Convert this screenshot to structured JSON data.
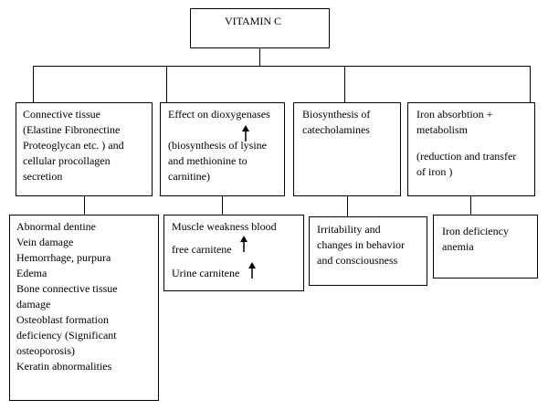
{
  "root": {
    "label": "VITAMIN C"
  },
  "functions": [
    {
      "lines": [
        "Connective tissue",
        "(Elastine  Fibronectine",
        "Proteoglycan etc. ) and",
        "cellular procollagen",
        "secretion"
      ]
    },
    {
      "title": "Effect on dioxygenases",
      "lines": [
        "(biosynthesis of lysine",
        "and methionine to",
        "carnitine)"
      ]
    },
    {
      "lines": [
        "Biosynthesis of",
        "catecholamines"
      ]
    },
    {
      "lines": [
        "Iron absorbtion +",
        "metabolism"
      ],
      "detail": [
        "(reduction and transfer",
        "of iron )"
      ]
    }
  ],
  "deficiency": [
    {
      "lines": [
        "Abnormal dentine",
        "Vein damage",
        "Hemorrhage, purpura",
        "Edema",
        "Bone connective tissue",
        "damage",
        "Osteoblast formation",
        "deficiency (Significant",
        "osteoporosis)",
        "Keratin abnormalities"
      ]
    },
    {
      "lines": [
        "Muscle weakness blood",
        "free carnitene",
        "Urine carnitene"
      ]
    },
    {
      "lines": [
        "Irritability and",
        "changes in behavior",
        "and consciousness"
      ]
    },
    {
      "lines": [
        "Iron deficiency",
        "anemia"
      ]
    }
  ]
}
